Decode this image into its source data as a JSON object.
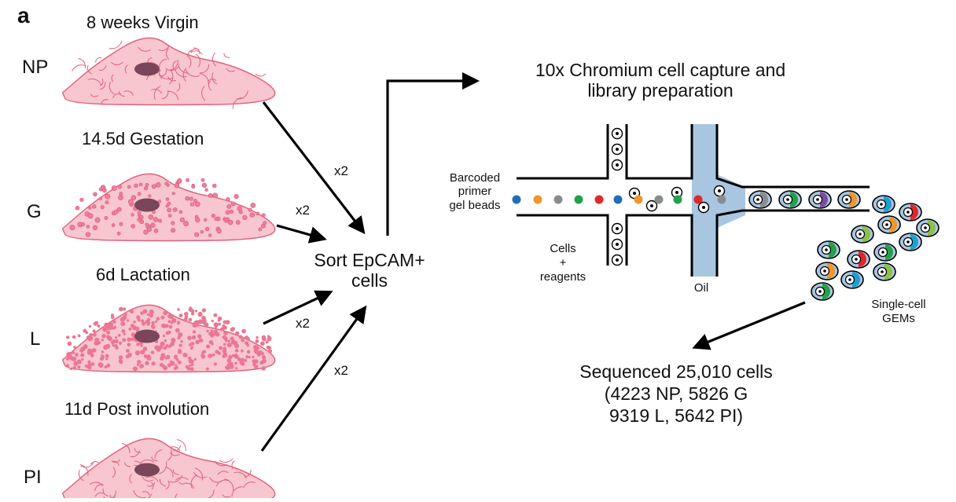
{
  "panel_label": "a",
  "stages": [
    {
      "title": "8 weeks Virgin",
      "label": "NP",
      "pattern": "branch",
      "multiplier": "x2"
    },
    {
      "title": "14.5d Gestation",
      "label": "G",
      "pattern": "cluster",
      "multiplier": "x2"
    },
    {
      "title": "6d Lactation",
      "label": "L",
      "pattern": "dense",
      "multiplier": "x2"
    },
    {
      "title": "11d Post involution",
      "label": "PI",
      "pattern": "branch",
      "multiplier": "x2"
    }
  ],
  "sort_label": [
    "Sort EpCAM+",
    "cells"
  ],
  "capture_title": [
    "10x Chromium cell capture and",
    "library preparation"
  ],
  "chip": {
    "beads_label": [
      "Barcoded",
      "primer",
      "gel beads"
    ],
    "cells_label": [
      "Cells",
      "+",
      "reagents"
    ],
    "oil_label": "Oil",
    "gems_label": [
      "Single-cell",
      "GEMs"
    ]
  },
  "sequenced": [
    "Sequenced 25,010 cells",
    "(4223 NP, 5826 G",
    "9319 L, 5642 PI)"
  ],
  "colors": {
    "tissue_fill": "#f8c6cf",
    "tissue_line": "#e0607e",
    "nucleus": "#7a4659",
    "oil_fill": "#a9c6e0",
    "bead_colors": [
      "#1f6fb5",
      "#f0962a",
      "#8a8d90",
      "#23a04a",
      "#e2262a"
    ],
    "gem_colors": [
      "#8a8d90",
      "#23a04a",
      "#7b4ca0",
      "#f0962a",
      "#1f9fd0",
      "#e2262a",
      "#8ac04b"
    ]
  }
}
